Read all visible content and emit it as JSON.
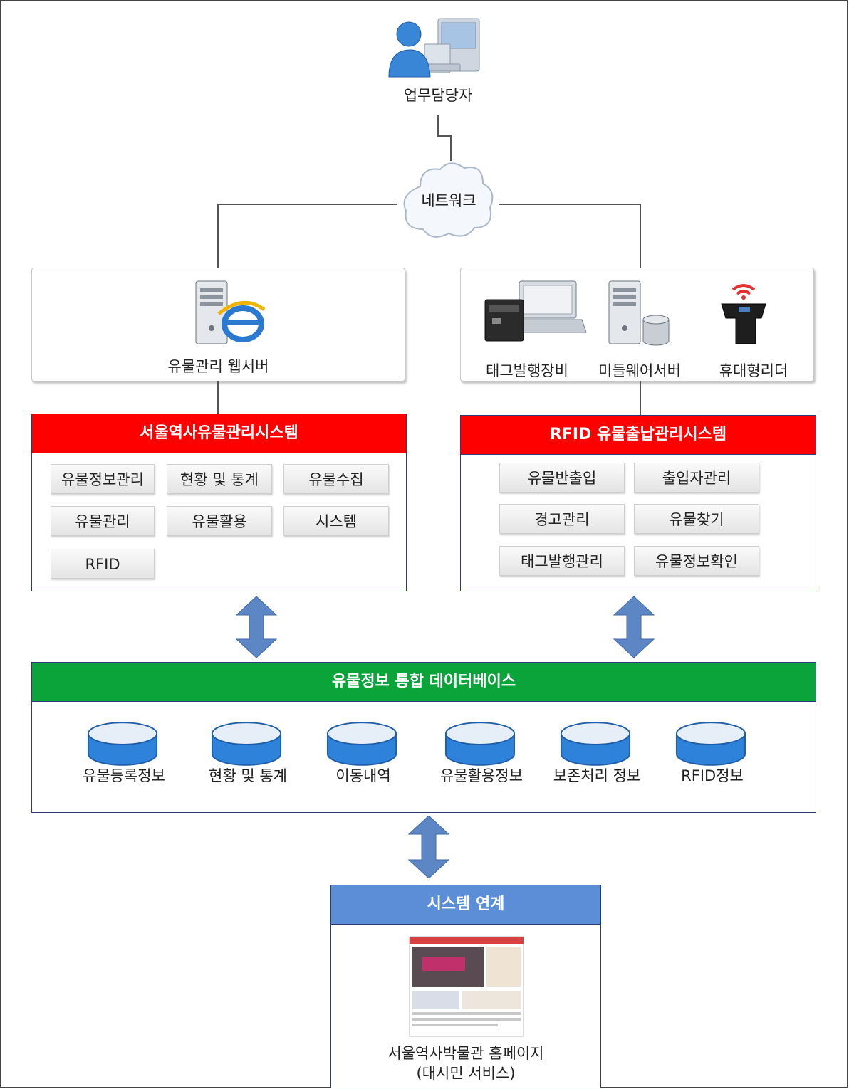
{
  "top": {
    "user_label": "업무담당자",
    "network_label": "네트워크"
  },
  "left_server": {
    "label": "유물관리 웹서버"
  },
  "right_servers": {
    "tag_printer_label": "태그발행장비",
    "middleware_label": "미들웨어서버",
    "reader_label": "휴대형리더"
  },
  "left_system": {
    "title": "서울역사유물관리시스템",
    "header_color": "#ff0000",
    "buttons": [
      "유물정보관리",
      "현황 및 통계",
      "유물수집",
      "유물관리",
      "유물활용",
      "시스템",
      "RFID"
    ]
  },
  "right_system": {
    "title": "RFID 유물출납관리시스템",
    "header_color": "#ff0000",
    "buttons": [
      "유물반출입",
      "출입자관리",
      "경고관리",
      "유물찾기",
      "태그발행관리",
      "유물정보확인"
    ]
  },
  "database": {
    "title": "유물정보 통합 데이터베이스",
    "header_color": "#0aa43a",
    "items": [
      "유물등록정보",
      "현황 및 통계",
      "이동내역",
      "유물활용정보",
      "보존처리 정보",
      "RFID정보"
    ]
  },
  "linkage": {
    "title": "시스템 연계",
    "header_color": "#5b8ed6",
    "homepage_label_1": "서울역사박물관 홈페이지",
    "homepage_label_2": "(대시민 서비스)"
  },
  "colors": {
    "arrow": "#5c86c4",
    "db_cylinder": "#2f82d9",
    "border": "#2a3c73"
  }
}
